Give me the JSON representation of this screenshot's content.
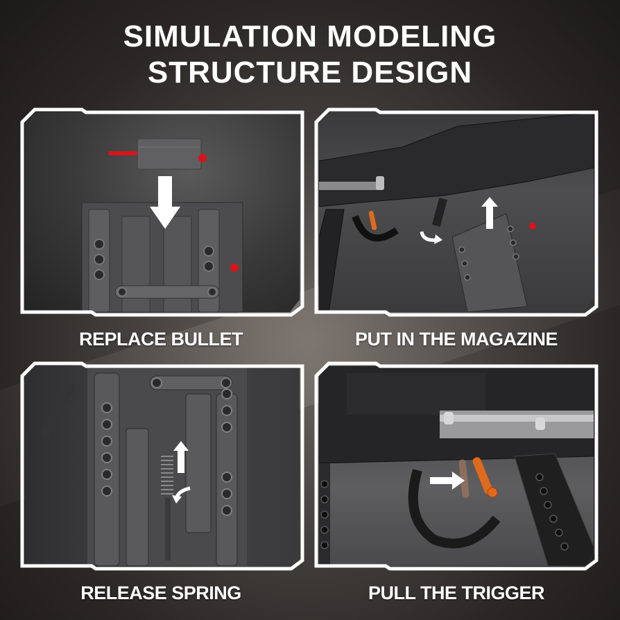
{
  "header": {
    "title_line1": "SIMULATION MODELING",
    "title_line2": "STRUCTURE DESIGN"
  },
  "panels": [
    {
      "caption": "REPLACE BULLET",
      "scene": "bullet-cartridge-insert",
      "arrow": "down"
    },
    {
      "caption": "PUT IN THE MAGAZINE",
      "scene": "magazine-insert",
      "arrow": "up"
    },
    {
      "caption": "RELEASE SPRING",
      "scene": "spring-mechanism",
      "arrow": "up"
    },
    {
      "caption": "PULL THE TRIGGER",
      "scene": "trigger-pull",
      "arrow": "right"
    }
  ],
  "colors": {
    "frame": "#ffffff",
    "accent_red": "#d8141a",
    "accent_orange": "#e06a1c",
    "brick_gray": "#5a5a5c",
    "brick_dark": "#1f1f20"
  }
}
